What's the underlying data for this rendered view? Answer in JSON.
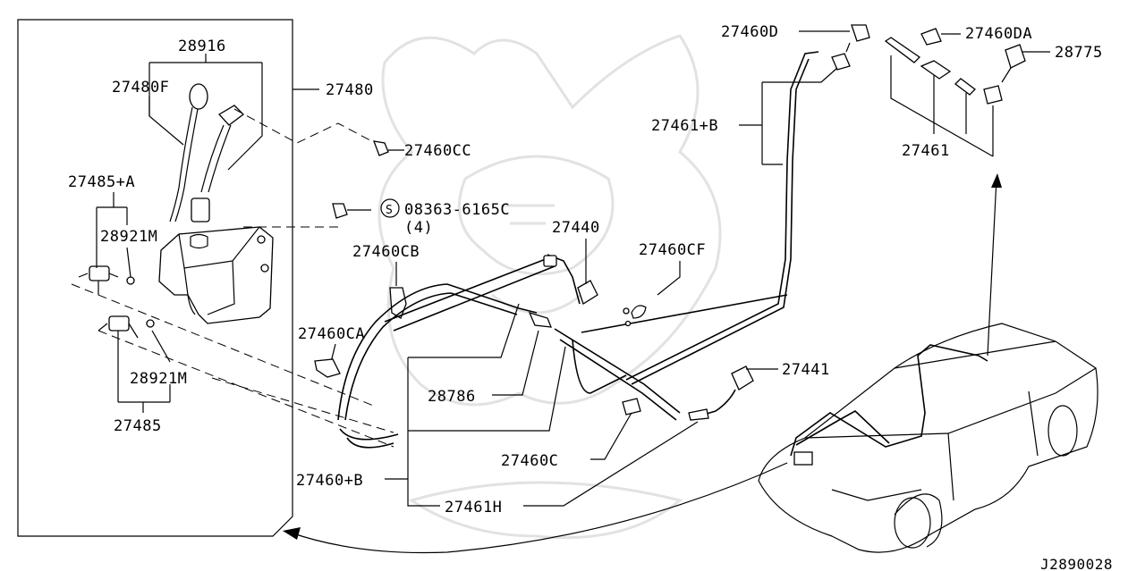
{
  "labels": {
    "p28916": "28916",
    "p27480F": "27480F",
    "p27480": "27480",
    "p27460CC": "27460CC",
    "p27485A": "27485+A",
    "p28921M_top": "28921M",
    "p28921M_bot": "28921M",
    "p27485": "27485",
    "p08363": "08363-6165C",
    "p08363_qty": "(4)",
    "p08363_sym": "S",
    "p27460CB": "27460CB",
    "p27460CA": "27460CA",
    "p28786": "28786",
    "p27460B": "27460+B",
    "p27461H": "27461H",
    "p27440": "27440",
    "p27460CF": "27460CF",
    "p27441": "27441",
    "p27460C": "27460C",
    "p27460D": "27460D",
    "p27461B": "27461+B",
    "p27460DA": "27460DA",
    "p28775": "28775",
    "p27461": "27461",
    "diagram_code": "J2890028"
  }
}
